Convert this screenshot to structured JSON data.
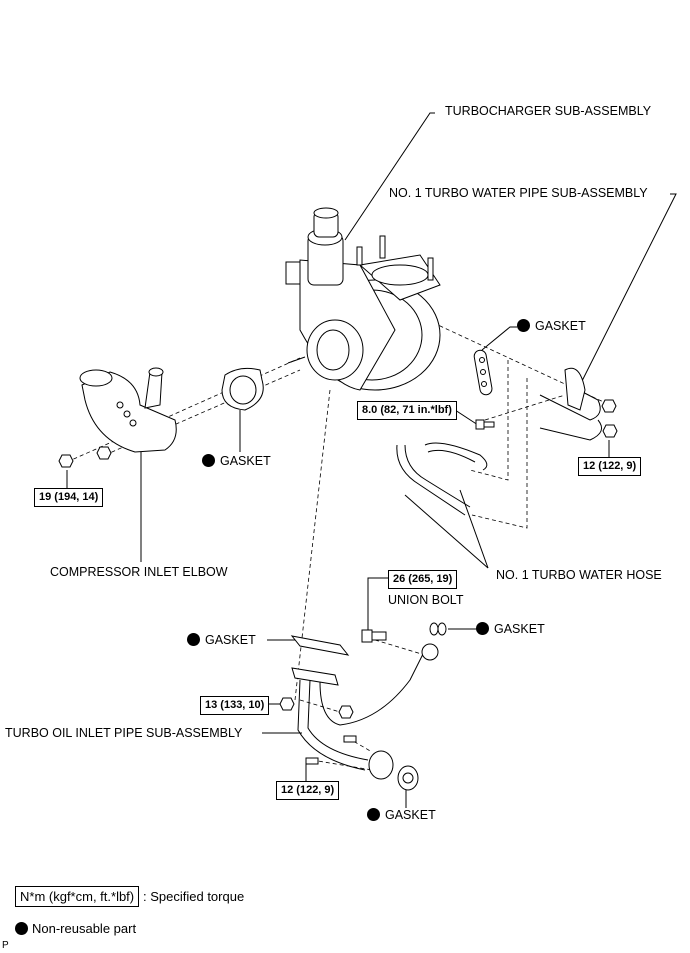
{
  "parts": {
    "turbocharger": "TURBOCHARGER SUB-ASSEMBLY",
    "water_pipe": "NO. 1 TURBO WATER PIPE SUB-ASSEMBLY",
    "gasket_water_pipe": "GASKET",
    "gasket_compressor": "GASKET",
    "compressor_elbow": "COMPRESSOR INLET ELBOW",
    "water_hose": "NO. 1 TURBO WATER HOSE",
    "union_bolt": "UNION BOLT",
    "gasket_union": "GASKET",
    "gasket_oil_flange": "GASKET",
    "oil_inlet_pipe": "TURBO OIL INLET PIPE SUB-ASSEMBLY",
    "gasket_oil_outlet": "GASKET"
  },
  "torques": {
    "water_pipe_bolt": "8.0 (82, 71 in.*lbf)",
    "water_pipe_nut": "12 (122, 9)",
    "elbow_nut": "19 (194, 14)",
    "union_bolt": "26 (265, 19)",
    "oil_pipe_nut": "13 (133, 10)",
    "oil_pipe_bolt": "12 (122, 9)"
  },
  "legend": {
    "torque_unit": "N*m (kgf*cm, ft.*lbf)",
    "torque_desc": ": Specified torque",
    "non_reusable": "Non-reusable part"
  },
  "footer_mark": "P"
}
